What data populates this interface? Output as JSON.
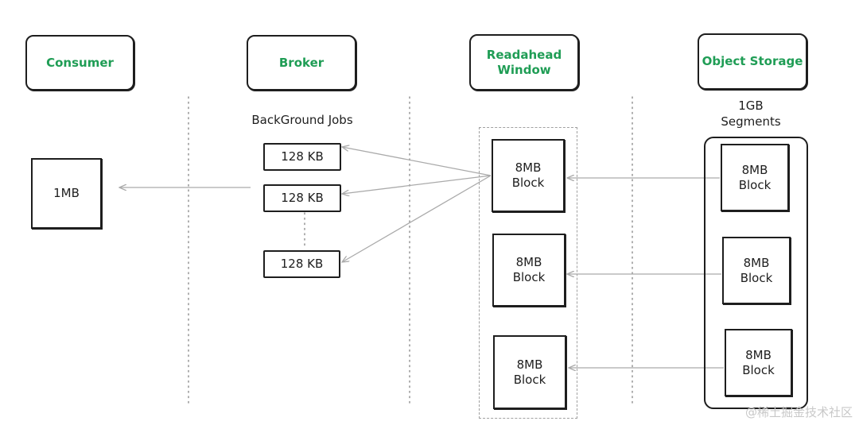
{
  "headers": {
    "consumer": "Consumer",
    "broker": "Broker",
    "readahead": [
      "Readahead",
      "Window"
    ],
    "storage": "Object Storage"
  },
  "broker": {
    "jobs_label": "BackGround Jobs",
    "jobs": [
      "128 KB",
      "128 KB",
      "128 KB"
    ]
  },
  "consumer": {
    "block": "1MB"
  },
  "readahead_blocks": [
    [
      "8MB",
      "Block"
    ],
    [
      "8MB",
      "Block"
    ],
    [
      "8MB",
      "Block"
    ]
  ],
  "storage": {
    "segments_label": [
      "1GB",
      "Segments"
    ],
    "blocks": [
      [
        "8MB",
        "Block"
      ],
      [
        "8MB",
        "Block"
      ],
      [
        "8MB",
        "Block"
      ]
    ]
  },
  "watermark": "@稀土掘金技术社区",
  "colors": {
    "header_text": "#1f9d55",
    "arrow": "#aaaaaa",
    "divider": "#9a9a9a"
  }
}
